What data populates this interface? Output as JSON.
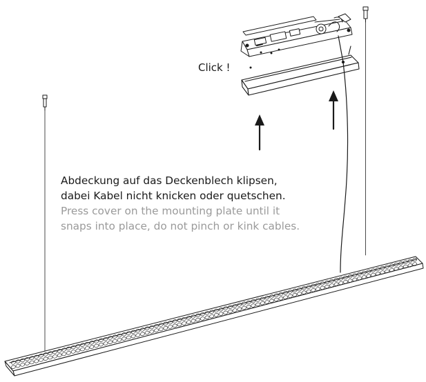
{
  "click_label": "Click !",
  "instruction_de": [
    "Abdeckung auf das Deckenblech klipsen,",
    "dabei Kabel nicht knicken oder quetschen."
  ],
  "instruction_en": [
    "Press cover on the mounting plate until it",
    "snaps into place, do not pinch or kink cables."
  ],
  "colors": {
    "line": "#1a1a1a",
    "text_primary": "#1a1a1a",
    "text_secondary": "#9a9a9a",
    "background": "#ffffff"
  },
  "icons": [
    "arrow-up-icon",
    "ceiling-anchor-icon"
  ]
}
